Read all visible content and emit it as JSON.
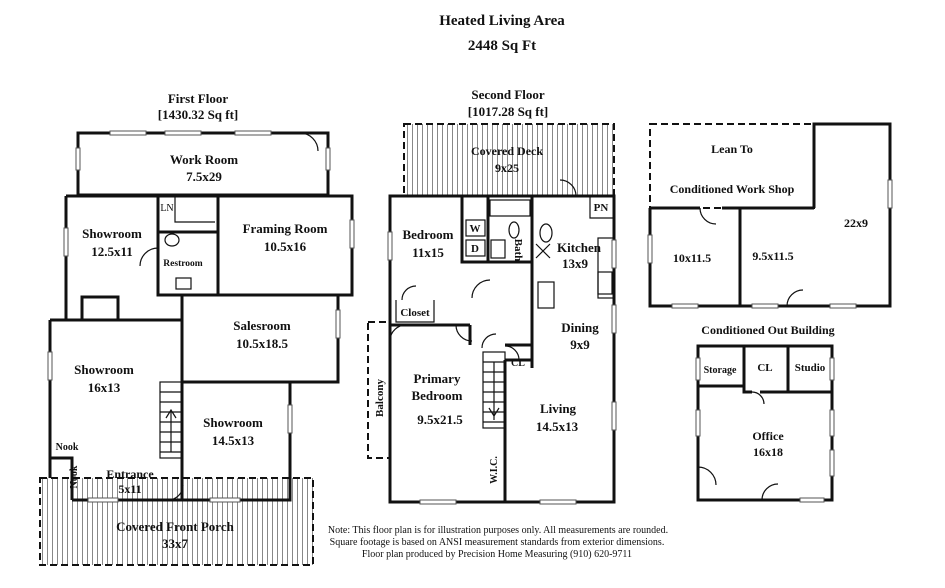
{
  "header": {
    "title": "Heated Living Area",
    "total": "2448 Sq Ft"
  },
  "first_floor": {
    "title": "First Floor",
    "area": "[1430.32 Sq ft]",
    "rooms": {
      "work_room": {
        "name": "Work Room",
        "dims": "7.5x29"
      },
      "showroom_a": {
        "name": "Showroom",
        "dims": "12.5x11"
      },
      "ln": "LN",
      "restroom": "Restroom",
      "framing_room": {
        "name": "Framing Room",
        "dims": "10.5x16"
      },
      "salesroom": {
        "name": "Salesroom",
        "dims": "10.5x18.5"
      },
      "showroom_b": {
        "name": "Showroom",
        "dims": "16x13"
      },
      "showroom_c": {
        "name": "Showroom",
        "dims": "14.5x13"
      },
      "nook_a": "Nook",
      "nook_b": "Nook",
      "entrance": {
        "name": "Entrance",
        "dims": "5x11"
      },
      "porch": {
        "name": "Covered Front Porch",
        "dims": "33x7"
      }
    }
  },
  "second_floor": {
    "title": "Second Floor",
    "area": "[1017.28 Sq ft]",
    "rooms": {
      "deck": {
        "name": "Covered Deck",
        "dims": "9x25"
      },
      "bedroom": {
        "name": "Bedroom",
        "dims": "11x15"
      },
      "w": "W",
      "d": "D",
      "bath": "Bath",
      "pn": "PN",
      "kitchen": {
        "name": "Kitchen",
        "dims": "13x9"
      },
      "closet": "Closet",
      "dining": {
        "name": "Dining",
        "dims": "9x9"
      },
      "cl": "CL",
      "balcony": "Balcony",
      "primary": {
        "line1": "Primary",
        "line2": "Bedroom",
        "dims": "9.5x21.5"
      },
      "wic": "W.I.C.",
      "living": {
        "name": "Living",
        "dims": "14.5x13"
      }
    }
  },
  "lean_to": {
    "title": "Lean To",
    "subtitle": "Conditioned Work Shop",
    "rooms": {
      "r1": "10x11.5",
      "r2": "9.5x11.5",
      "r3": "22x9"
    }
  },
  "out_building": {
    "title": "Conditioned Out Building",
    "rooms": {
      "storage": "Storage",
      "cl": "CL",
      "studio": "Studio",
      "office": {
        "name": "Office",
        "dims": "16x18"
      }
    }
  },
  "note": {
    "line1": "Note: This floor plan is for illustration purposes only. All measurements are rounded.",
    "line2": "Square footage is based on ANSI measurement standards from exterior dimensions.",
    "line3": "Floor plan produced by Precision Home Measuring (910) 620-9711"
  }
}
